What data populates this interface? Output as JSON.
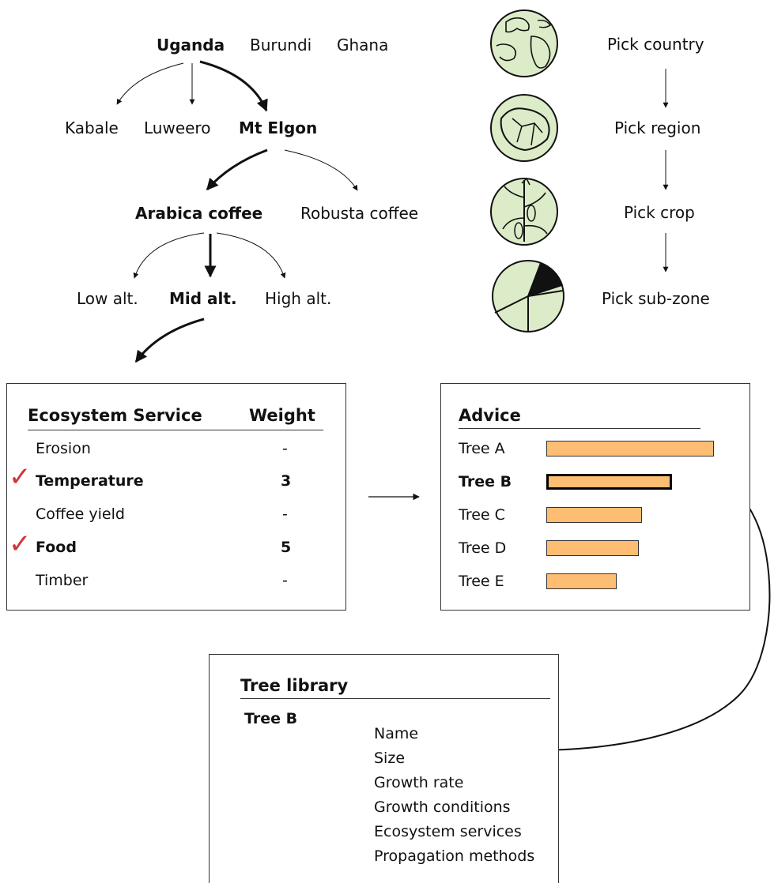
{
  "tree": {
    "countries": [
      {
        "label": "Uganda",
        "selected": true
      },
      {
        "label": "Burundi",
        "selected": false
      },
      {
        "label": "Ghana",
        "selected": false
      }
    ],
    "regions": [
      {
        "label": "Kabale",
        "selected": false
      },
      {
        "label": "Luweero",
        "selected": false
      },
      {
        "label": "Mt Elgon",
        "selected": true
      }
    ],
    "crops": [
      {
        "label": "Arabica coffee",
        "selected": true
      },
      {
        "label": "Robusta coffee",
        "selected": false
      }
    ],
    "zones": [
      {
        "label": "Low alt.",
        "selected": false
      },
      {
        "label": "Mid alt.",
        "selected": true
      },
      {
        "label": "High alt.",
        "selected": false
      }
    ]
  },
  "steps": [
    {
      "label": "Pick country",
      "icon": "globe-icon"
    },
    {
      "label": "Pick region",
      "icon": "map-icon"
    },
    {
      "label": "Pick crop",
      "icon": "crop-plant-icon"
    },
    {
      "label": "Pick sub-zone",
      "icon": "pie-zone-icon"
    }
  ],
  "ecosystem_panel": {
    "col_service": "Ecosystem Service",
    "col_weight": "Weight",
    "rows": [
      {
        "service": "Erosion",
        "weight": "-",
        "checked": false
      },
      {
        "service": "Temperature",
        "weight": "3",
        "checked": true
      },
      {
        "service": "Coffee yield",
        "weight": "-",
        "checked": false
      },
      {
        "service": "Food",
        "weight": "5",
        "checked": true
      },
      {
        "service": "Timber",
        "weight": "-",
        "checked": false
      }
    ]
  },
  "advice_panel": {
    "title": "Advice",
    "rows": [
      {
        "label": "Tree A",
        "score": 1.0,
        "selected": false
      },
      {
        "label": "Tree B",
        "score": 0.75,
        "selected": true
      },
      {
        "label": "Tree C",
        "score": 0.57,
        "selected": false
      },
      {
        "label": "Tree D",
        "score": 0.55,
        "selected": false
      },
      {
        "label": "Tree E",
        "score": 0.42,
        "selected": false
      }
    ]
  },
  "library_panel": {
    "title": "Tree library",
    "tree_name": "Tree B",
    "fields": [
      "Name",
      "Size",
      "Growth rate",
      "Growth conditions",
      "Ecosystem services",
      "Propagation methods"
    ]
  },
  "colors": {
    "icon_fill": "#dcebc8",
    "bar_fill": "#fdbd72",
    "check": "#d0353a",
    "tree_green": "#56b24b",
    "line": "#111111"
  }
}
